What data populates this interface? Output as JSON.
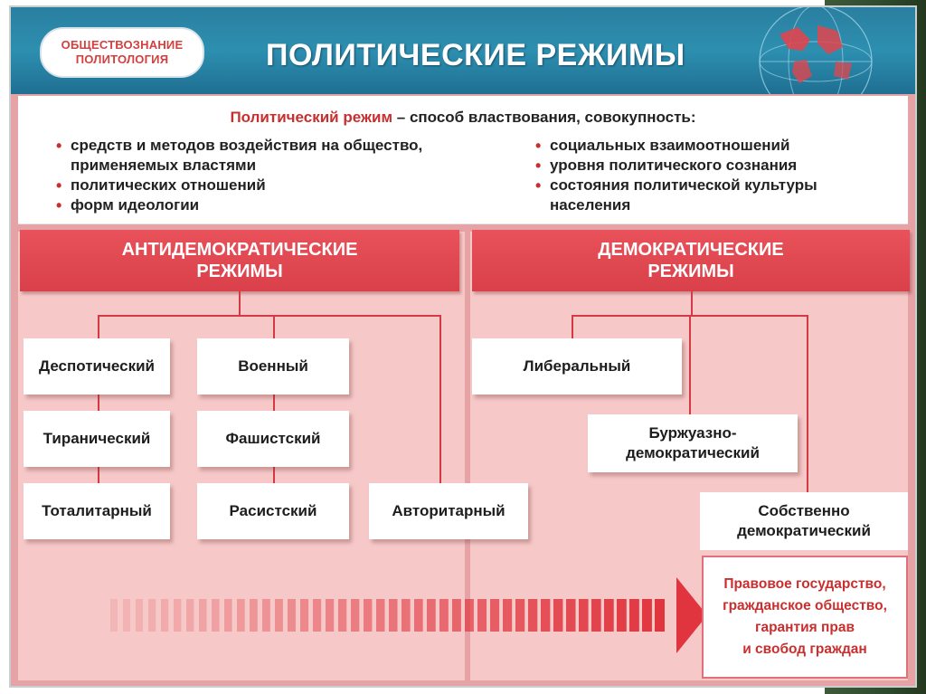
{
  "header": {
    "badge_line1": "ОБЩЕСТВОЗНАНИЕ",
    "badge_line2": "ПОЛИТОЛОГИЯ",
    "title": "ПОЛИТИЧЕСКИЕ РЕЖИМЫ"
  },
  "definition": {
    "term": "Политический режим",
    "rest": " – способ властвования, совокупность:",
    "left_items": [
      "средств и методов воздействия на общество,",
      "применяемых властями",
      "политических отношений",
      "форм идеологии"
    ],
    "right_items": [
      "социальных взаимоотношений",
      "уровня политического сознания",
      "состояния политической культуры",
      "населения"
    ]
  },
  "categories": {
    "anti_line1": "АНТИДЕМОКРАТИЧЕСКИЕ",
    "anti_line2": "РЕЖИМЫ",
    "demo_line1": "ДЕМОКРАТИЧЕСКИЕ",
    "demo_line2": "РЕЖИМЫ"
  },
  "regimes": {
    "despotic": "Деспотический",
    "tyrannical": "Тиранический",
    "totalitarian": "Тоталитарный",
    "military": "Военный",
    "fascist": "Фашистский",
    "racist": "Расистский",
    "authoritarian": "Авторитарный",
    "liberal": "Либеральный",
    "bourgeois_line1": "Буржуазно-",
    "bourgeois_line2": "демократический",
    "proper_line1": "Собственно",
    "proper_line2": "демократический"
  },
  "result": {
    "line1": "Правовое государство,",
    "line2": "гражданское общество,",
    "line3": "гарантия прав",
    "line4": "и свобод граждан"
  },
  "colors": {
    "header_blue": "#2d8fb0",
    "accent_red": "#d9404a",
    "panel_pink": "#f6c9c8",
    "term_red": "#c8302f"
  }
}
